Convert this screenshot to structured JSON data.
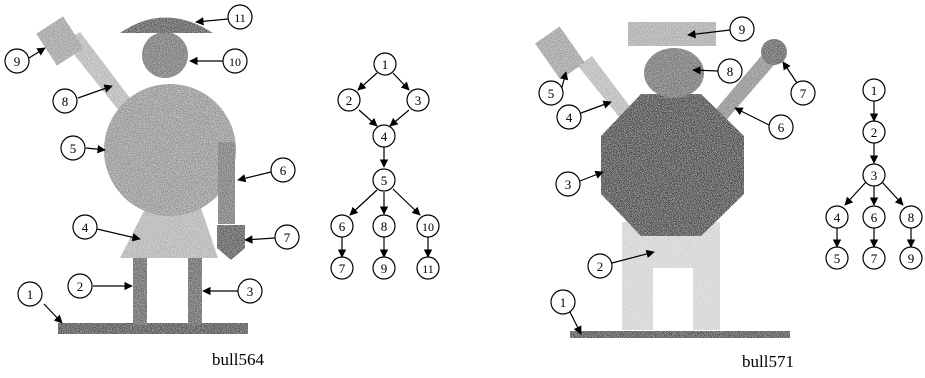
{
  "figures": [
    {
      "caption": "bull564",
      "part_labels": [
        "1",
        "2",
        "3",
        "4",
        "5",
        "6",
        "7",
        "8",
        "9",
        "10",
        "11"
      ],
      "tree": {
        "nodes": [
          "1",
          "2",
          "3",
          "4",
          "5",
          "6",
          "7",
          "8",
          "9",
          "10",
          "11"
        ],
        "edges": [
          [
            "1",
            "2"
          ],
          [
            "1",
            "3"
          ],
          [
            "2",
            "4"
          ],
          [
            "3",
            "4"
          ],
          [
            "4",
            "5"
          ],
          [
            "5",
            "6"
          ],
          [
            "5",
            "8"
          ],
          [
            "5",
            "10"
          ],
          [
            "6",
            "7"
          ],
          [
            "8",
            "9"
          ],
          [
            "10",
            "11"
          ]
        ]
      }
    },
    {
      "caption": "bull571",
      "part_labels": [
        "1",
        "2",
        "3",
        "4",
        "5",
        "6",
        "7",
        "8",
        "9"
      ],
      "tree": {
        "nodes": [
          "1",
          "2",
          "3",
          "4",
          "5",
          "6",
          "7",
          "8",
          "9"
        ],
        "edges": [
          [
            "1",
            "2"
          ],
          [
            "2",
            "3"
          ],
          [
            "3",
            "4"
          ],
          [
            "3",
            "6"
          ],
          [
            "3",
            "8"
          ],
          [
            "4",
            "5"
          ],
          [
            "6",
            "7"
          ],
          [
            "8",
            "9"
          ]
        ]
      }
    }
  ],
  "colors": {
    "light": "#b8b8b8",
    "medium": "#8e8e8e",
    "dark": "#3a3a3a",
    "ink": "#000000"
  }
}
